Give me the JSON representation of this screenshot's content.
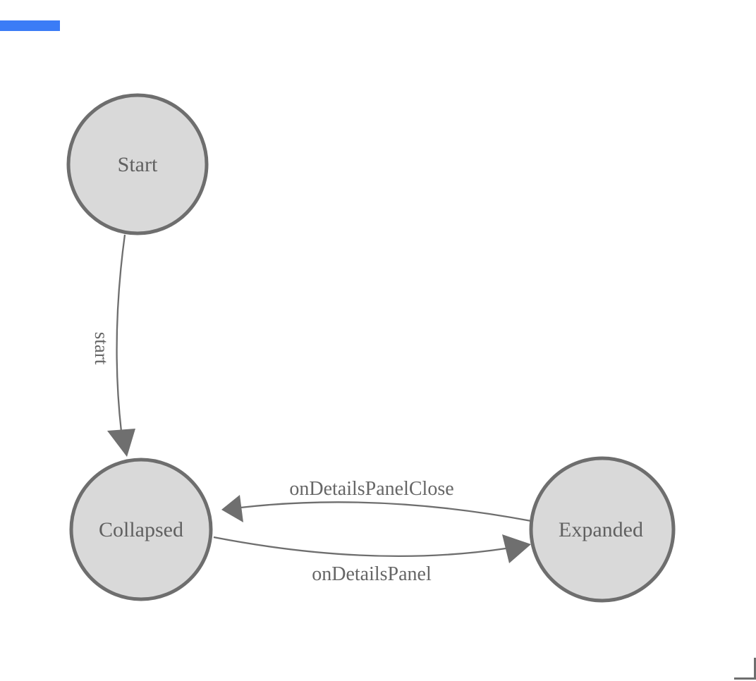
{
  "diagram": {
    "type": "state-machine",
    "nodes": [
      {
        "id": "start",
        "label": "Start"
      },
      {
        "id": "collapsed",
        "label": "Collapsed"
      },
      {
        "id": "expanded",
        "label": "Expanded"
      }
    ],
    "edges": [
      {
        "from": "start",
        "to": "collapsed",
        "label": "start"
      },
      {
        "from": "expanded",
        "to": "collapsed",
        "label": "onDetailsPanelClose"
      },
      {
        "from": "collapsed",
        "to": "expanded",
        "label": "onDetailsPanel"
      }
    ],
    "colors": {
      "background": "#ffffff",
      "node_fill": "#d9d9d9",
      "node_border": "#6e6e6e",
      "edge_line": "#6e6e6e",
      "arrowhead": "#6f6f6f",
      "node_text": "#606060",
      "edge_text": "#666666",
      "top_left_artifact_blue": "#3b7cf6",
      "scrollbar_corner": "#6e6e6e"
    }
  }
}
